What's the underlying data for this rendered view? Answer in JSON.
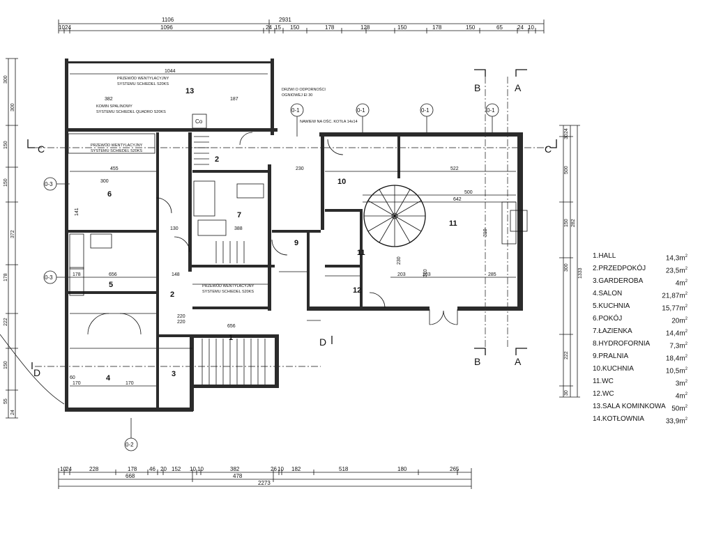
{
  "dimensions": {
    "top_overall": "2931",
    "top_row1": [
      "1106"
    ],
    "top_row2": [
      "10",
      "24",
      "1096",
      "24",
      "15",
      "150",
      "178",
      "128",
      "150",
      "178",
      "150",
      "65",
      "24",
      "10"
    ],
    "bottom_row1": [
      "10",
      "24",
      "228",
      "178",
      "46",
      "20",
      "152",
      "10",
      "10",
      "382",
      "26",
      "10",
      "182",
      "518",
      "180",
      "265"
    ],
    "bottom_row2": [
      "668",
      "478"
    ],
    "bottom_overall": "2273",
    "right": [
      "24",
      "30",
      "500",
      "150",
      "282",
      "300",
      "1333",
      "222",
      "30"
    ],
    "left": [
      "300",
      "300",
      "150",
      "150",
      "178",
      "372",
      "222",
      "150",
      "55",
      "24"
    ]
  },
  "sections": {
    "a_top": "A",
    "a_bottom": "A",
    "b_top": "B",
    "b_bottom": "B",
    "c_left": "C",
    "c_right": "C",
    "d_left": "D",
    "d_right": "D"
  },
  "axes": [
    "0-1",
    "0-1",
    "0-1",
    "0-1",
    "0-3",
    "0-3",
    "0-2"
  ],
  "notes": {
    "vent1": "PRZEWÓD WENTYLACYJNY",
    "vent1b": "SYSTEMU SCHIEDEL S20KS",
    "chimney": "KOMIN SPALINOWY",
    "chimney_b": "SYSTEMU SCHIEDEL QUADRO S20KS",
    "door": "DRZWI O ODPORNOŚCI",
    "door_b": "OGNIOWEJ EI 30",
    "vent2": "PRZEWÓD WENTYLACYJNY",
    "vent2b": "SYSTEMU SCHIEDEL S20KS",
    "vent3": "PRZEWÓD WENTYLACYJNY",
    "vent3b": "SYSTEMU SCHIEDEL S20KS",
    "boiler": "NAWIEW NA OŚC. KOTŁA 14x14",
    "co": "Co"
  },
  "room_numbers": [
    "1",
    "2",
    "2",
    "3",
    "4",
    "5",
    "6",
    "7",
    "9",
    "10",
    "11",
    "11",
    "12",
    "13"
  ],
  "inner_dims": [
    "1044",
    "382",
    "187",
    "455",
    "141",
    "656",
    "148",
    "130",
    "388",
    "522",
    "500",
    "642",
    "203",
    "285",
    "170",
    "170",
    "656",
    "220",
    "220",
    "300",
    "310",
    "230",
    "60",
    "178",
    "203",
    "230",
    "310"
  ],
  "legend": [
    {
      "name": "1.HALL",
      "area": "14,3m",
      "sup": "2"
    },
    {
      "name": "2.PRZEDPOKÓJ",
      "area": "23,5m",
      "sup": "2"
    },
    {
      "name": "3.GARDEROBA",
      "area": "4m",
      "sup": "2"
    },
    {
      "name": "4.SALON",
      "area": "21,87m",
      "sup": "2"
    },
    {
      "name": "5.KUCHNIA",
      "area": "15,77m",
      "sup": "2"
    },
    {
      "name": "6.POKÓJ",
      "area": "20m",
      "sup": "2"
    },
    {
      "name": "7.ŁAZIENKA",
      "area": "14,4m",
      "sup": "2"
    },
    {
      "name": "8.HYDROFORNIA",
      "area": "7,3m",
      "sup": "2"
    },
    {
      "name": "9.PRALNIA",
      "area": "18,4m",
      "sup": "2"
    },
    {
      "name": "10.KUCHNIA",
      "area": "10,5m",
      "sup": "2"
    },
    {
      "name": "11.WC",
      "area": "3m",
      "sup": "2"
    },
    {
      "name": "12.WC",
      "area": "4m",
      "sup": "2"
    },
    {
      "name": "13.SALA KOMINKOWA",
      "area": "50m",
      "sup": "2"
    },
    {
      "name": "14.KOTŁOWNIA",
      "area": "33,9m",
      "sup": "2"
    }
  ]
}
